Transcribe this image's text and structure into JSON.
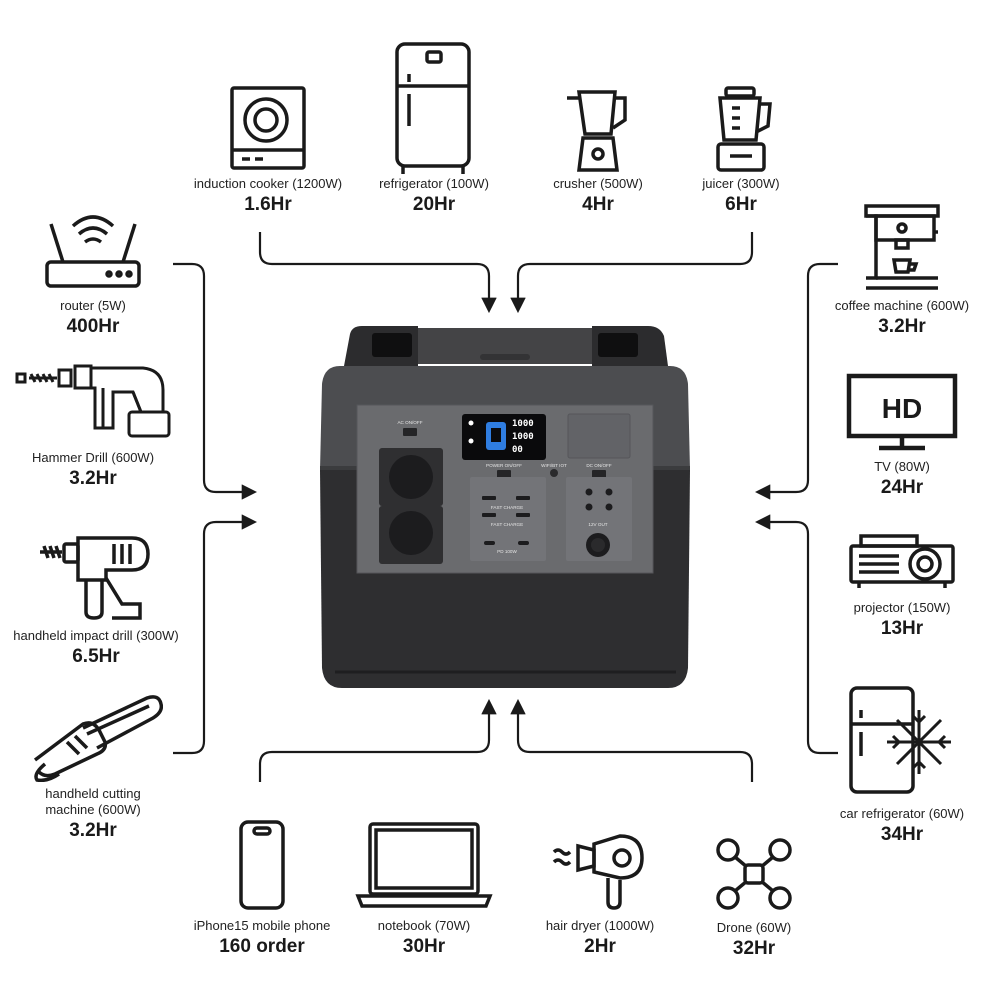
{
  "devices": {
    "induction_cooker": {
      "name": "induction cooker (1200W)",
      "runtime": "1.6Hr",
      "icon": "induction-cooker-icon"
    },
    "refrigerator": {
      "name": "refrigerator (100W)",
      "runtime": "20Hr",
      "icon": "refrigerator-icon"
    },
    "crusher": {
      "name": "crusher (500W)",
      "runtime": "4Hr",
      "icon": "blender-icon"
    },
    "juicer": {
      "name": "juicer (300W)",
      "runtime": "6Hr",
      "icon": "juicer-icon"
    },
    "router": {
      "name": "router (5W)",
      "runtime": "400Hr",
      "icon": "router-icon"
    },
    "hammer_drill": {
      "name": "Hammer Drill (600W)",
      "runtime": "3.2Hr",
      "icon": "hammer-drill-icon"
    },
    "impact_drill": {
      "name": "handheld impact drill (300W)",
      "runtime": "6.5Hr",
      "icon": "impact-drill-icon"
    },
    "cutting_machine": {
      "name": "handheld cutting\nmachine (600W)",
      "runtime": "3.2Hr",
      "icon": "chainsaw-icon"
    },
    "coffee_machine": {
      "name": "coffee machine (600W)",
      "runtime": "3.2Hr",
      "icon": "coffee-machine-icon"
    },
    "tv": {
      "name": "TV (80W)",
      "runtime": "24Hr",
      "icon": "tv-icon",
      "screen_text": "HD"
    },
    "projector": {
      "name": "projector (150W)",
      "runtime": "13Hr",
      "icon": "projector-icon"
    },
    "car_refrigerator": {
      "name": "car refrigerator (60W)",
      "runtime": "34Hr",
      "icon": "car-refrigerator-icon"
    },
    "iphone": {
      "name": "iPhone15 mobile phone",
      "runtime": "160 order",
      "icon": "smartphone-icon"
    },
    "notebook": {
      "name": "notebook (70W)",
      "runtime": "30Hr",
      "icon": "laptop-icon"
    },
    "hair_dryer": {
      "name": "hair dryer (1000W)",
      "runtime": "2Hr",
      "icon": "hair-dryer-icon"
    },
    "drone": {
      "name": "Drone (60W)",
      "runtime": "32Hr",
      "icon": "drone-icon"
    }
  },
  "power_station": {
    "ac_label": "AC ON/OFF",
    "power_label": "POWER ON/OFF",
    "wifi_label": "WIFI/BT IOT",
    "dc_label": "DC ON/OFF",
    "fast_charge_1": "FAST CHARGE",
    "fast_charge_2": "FAST CHARGE",
    "pd_label": "PD 100W",
    "car_out_label": "12V OUT",
    "lcd_values": [
      "1000",
      "1000",
      "00"
    ]
  },
  "colors": {
    "body": "#3a3a3c",
    "panel": "#5f6063",
    "lcd_accent": "#2f7de1",
    "line": "#1a1a1a"
  }
}
